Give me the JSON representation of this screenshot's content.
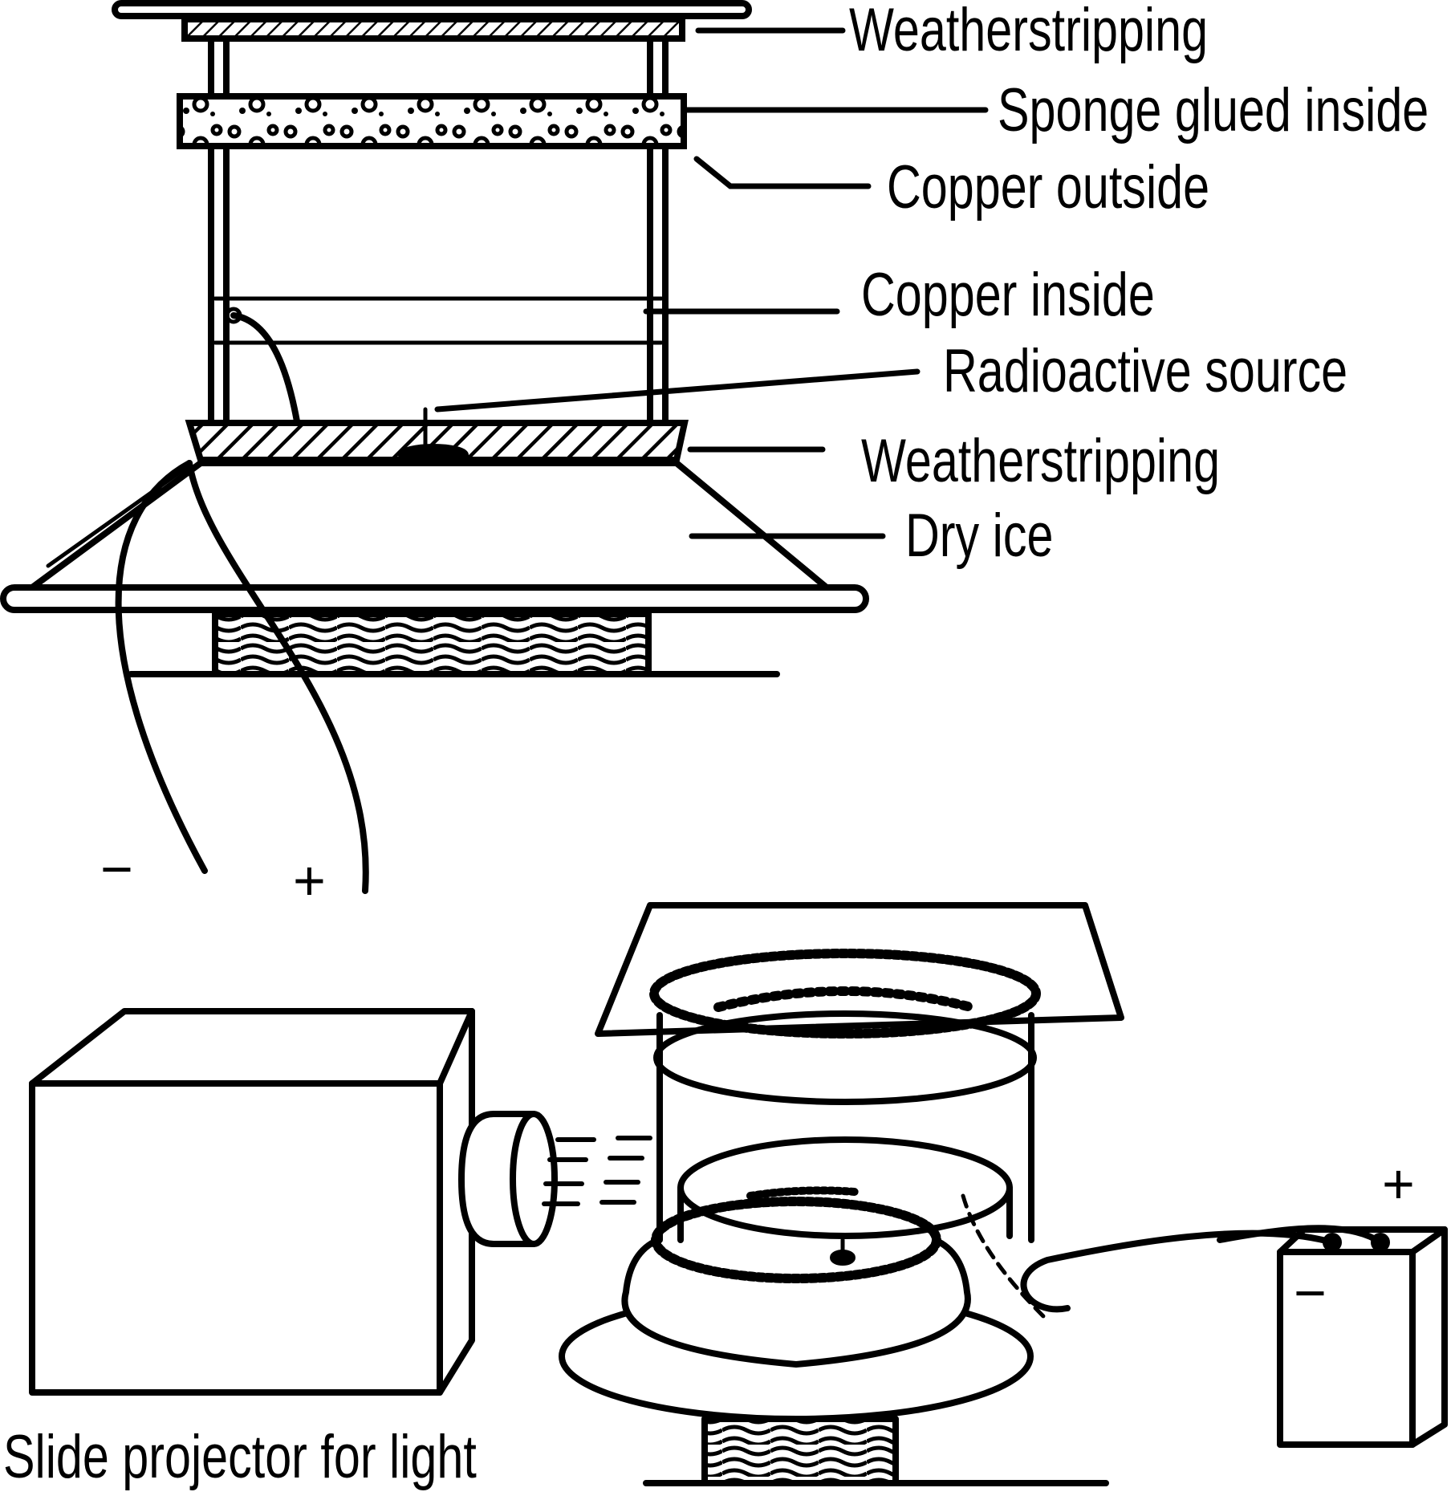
{
  "labels": {
    "weatherstripping_top": "Weatherstripping",
    "sponge": "Sponge glued inside",
    "copper_outside": "Copper outside",
    "copper_inside": "Copper inside",
    "radioactive_source": "Radioactive source",
    "weatherstripping_bottom": "Weatherstripping",
    "dry_ice": "Dry ice",
    "minus_left": "−",
    "plus_left": "+",
    "plus_battery": "+",
    "minus_battery": "−",
    "projector": "Slide projector for light"
  }
}
